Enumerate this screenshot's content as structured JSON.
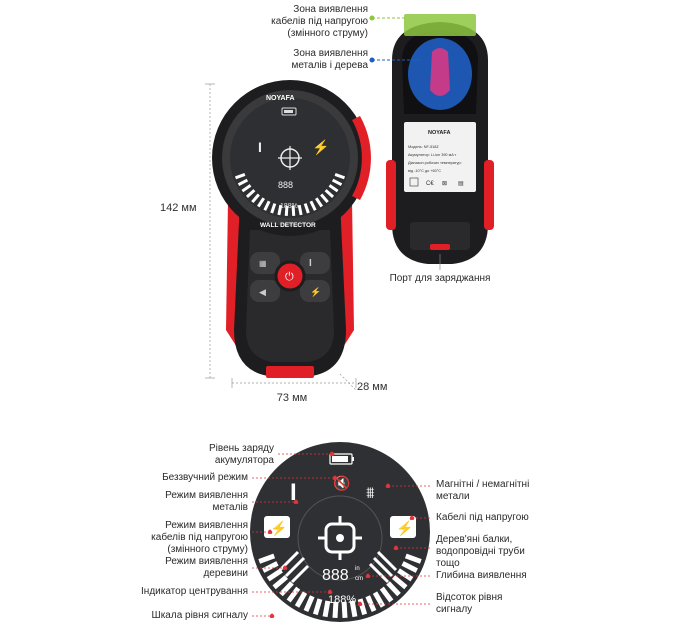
{
  "colors": {
    "red": "#e01f26",
    "dark": "#1d1d1f",
    "screen": "#2f3033",
    "callout": "#e2343a",
    "green": "#8dc63f",
    "blue": "#1f5fc4"
  },
  "device": {
    "brand": "NOYAFA",
    "model_label": "WALL DETECTOR",
    "lcd_digits": "888",
    "lcd_unit_top": "in",
    "lcd_unit_bottom": "cm",
    "lcd_percent": "188%"
  },
  "dimensions": {
    "height": "142 мм",
    "width": "73 мм",
    "depth": "28 мм"
  },
  "back": {
    "ac_zone": "Зона виявлення кабелів під напругою (змінного струму)",
    "metal_zone": "Зона виявлення металів і дерева",
    "charging_port": "Порт для заряджання",
    "sticker": {
      "brand": "NOYAFA",
      "line1": "Модель: NF-518Z",
      "line2": "Акумулятор: Li-ion 390 мА·г",
      "line3": "Діапазон робочих температур:",
      "line4": "від -10°C до +60°C"
    }
  },
  "display": {
    "digits": "888",
    "unit_top": "in",
    "unit_bottom": "cm",
    "percent": "188%",
    "left_labels": [
      "Рівень заряду акумулятора",
      "Беззвучний режим",
      "Режим виявлення металів",
      "Режим виявлення кабелів під напругою (змінного струму)",
      "Режим виявлення деревини",
      "Індикатор центрування",
      "Шкала рівня сигналу"
    ],
    "right_labels": [
      "Магнітні / немагнітні метали",
      "Кабелі під напругою",
      "Дерев'яні балки, водопровідні труби тощо",
      "Глибина виявлення",
      "Відсоток рівня сигналу"
    ]
  }
}
